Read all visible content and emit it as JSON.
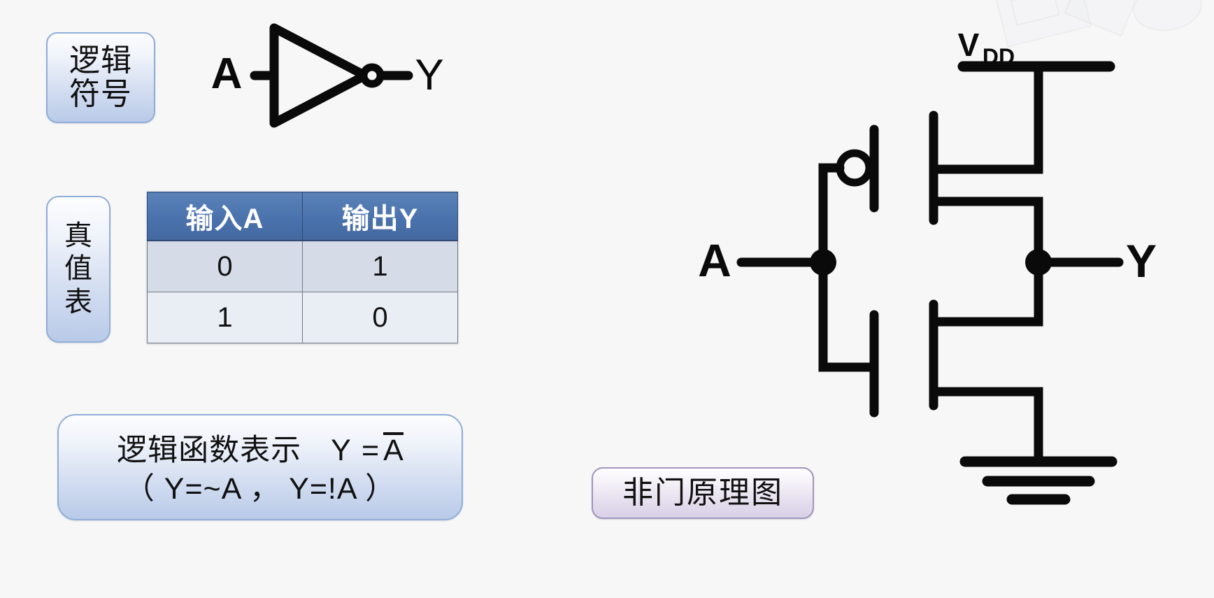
{
  "background_color": "#f7f7f8",
  "labels": {
    "logic_symbol_chip": {
      "line1": "逻辑",
      "line2": "符号"
    },
    "truth_table_chip": {
      "line1": "真",
      "line2": "值",
      "line3": "表"
    },
    "logic_function_chip": {
      "text": "逻辑函数表示",
      "equation_lhs": "Y =",
      "equation_rhs_overbar": "A",
      "alt_forms": "（ Y=~A ， Y=!A ）"
    },
    "circuit_title_chip": "非门原理图"
  },
  "logic_symbol": {
    "input_label": "A",
    "output_label": "Y",
    "gate_type": "inverter-not-gate"
  },
  "truth_table": {
    "headers": [
      "输入A",
      "输出Y"
    ],
    "rows": [
      [
        "0",
        "1"
      ],
      [
        "1",
        "0"
      ]
    ],
    "header_bg": "#4a72ad",
    "header_text_color": "#ffffff",
    "row0_bg": "#d6dce7",
    "row1_bg": "#e9edf4"
  },
  "circuit": {
    "supply_label_main": "V",
    "supply_label_sub": "DD",
    "input_label": "A",
    "output_label": "Y",
    "pmos_name": "pmos-transistor",
    "nmos_name": "nmos-transistor",
    "ground_name": "ground-symbol",
    "wire_color": "#0a0a0a"
  }
}
